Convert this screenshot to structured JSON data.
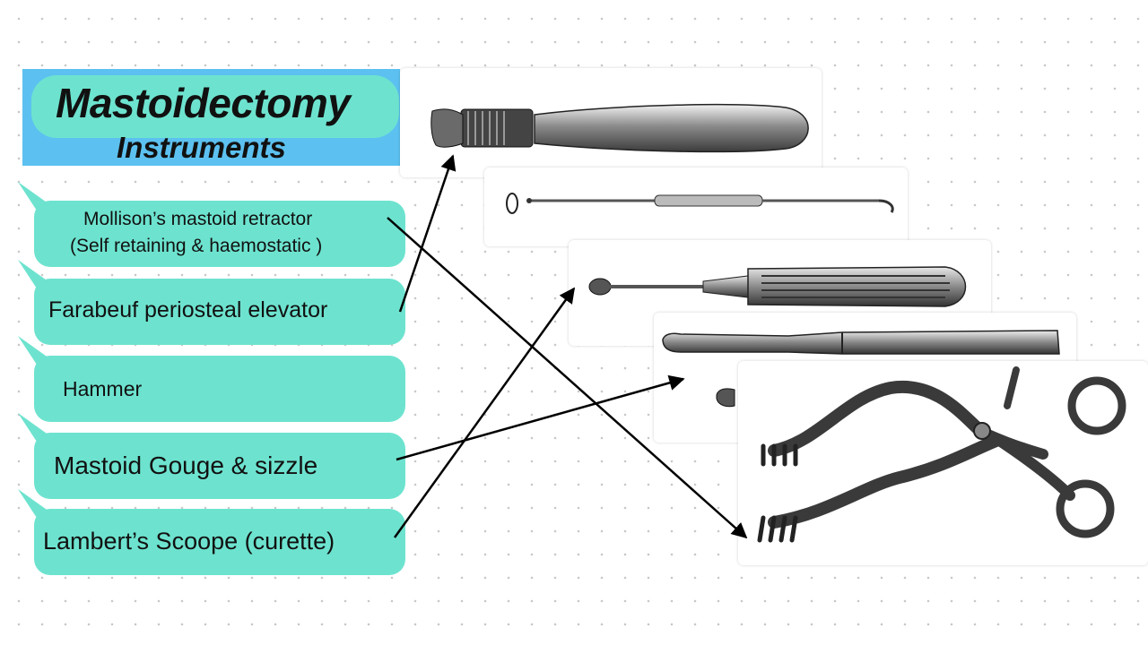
{
  "title": {
    "main": "Mastoidectomy",
    "sub": "Instruments"
  },
  "labels": {
    "mollison_line1": "Mollison’s mastoid retractor",
    "mollison_line2": "(Self retaining & haemostatic )",
    "farabeuf": "Farabeuf periosteal elevator",
    "hammer": "Hammer",
    "gouge": "Mastoid Gouge & sizzle",
    "lambert": "Lambert’s Scoope (curette)"
  },
  "colors": {
    "bubble": "#6de3cf",
    "title_band": "#5cc1f0",
    "arrow": "#000000",
    "metal": "#9a9a9a"
  }
}
